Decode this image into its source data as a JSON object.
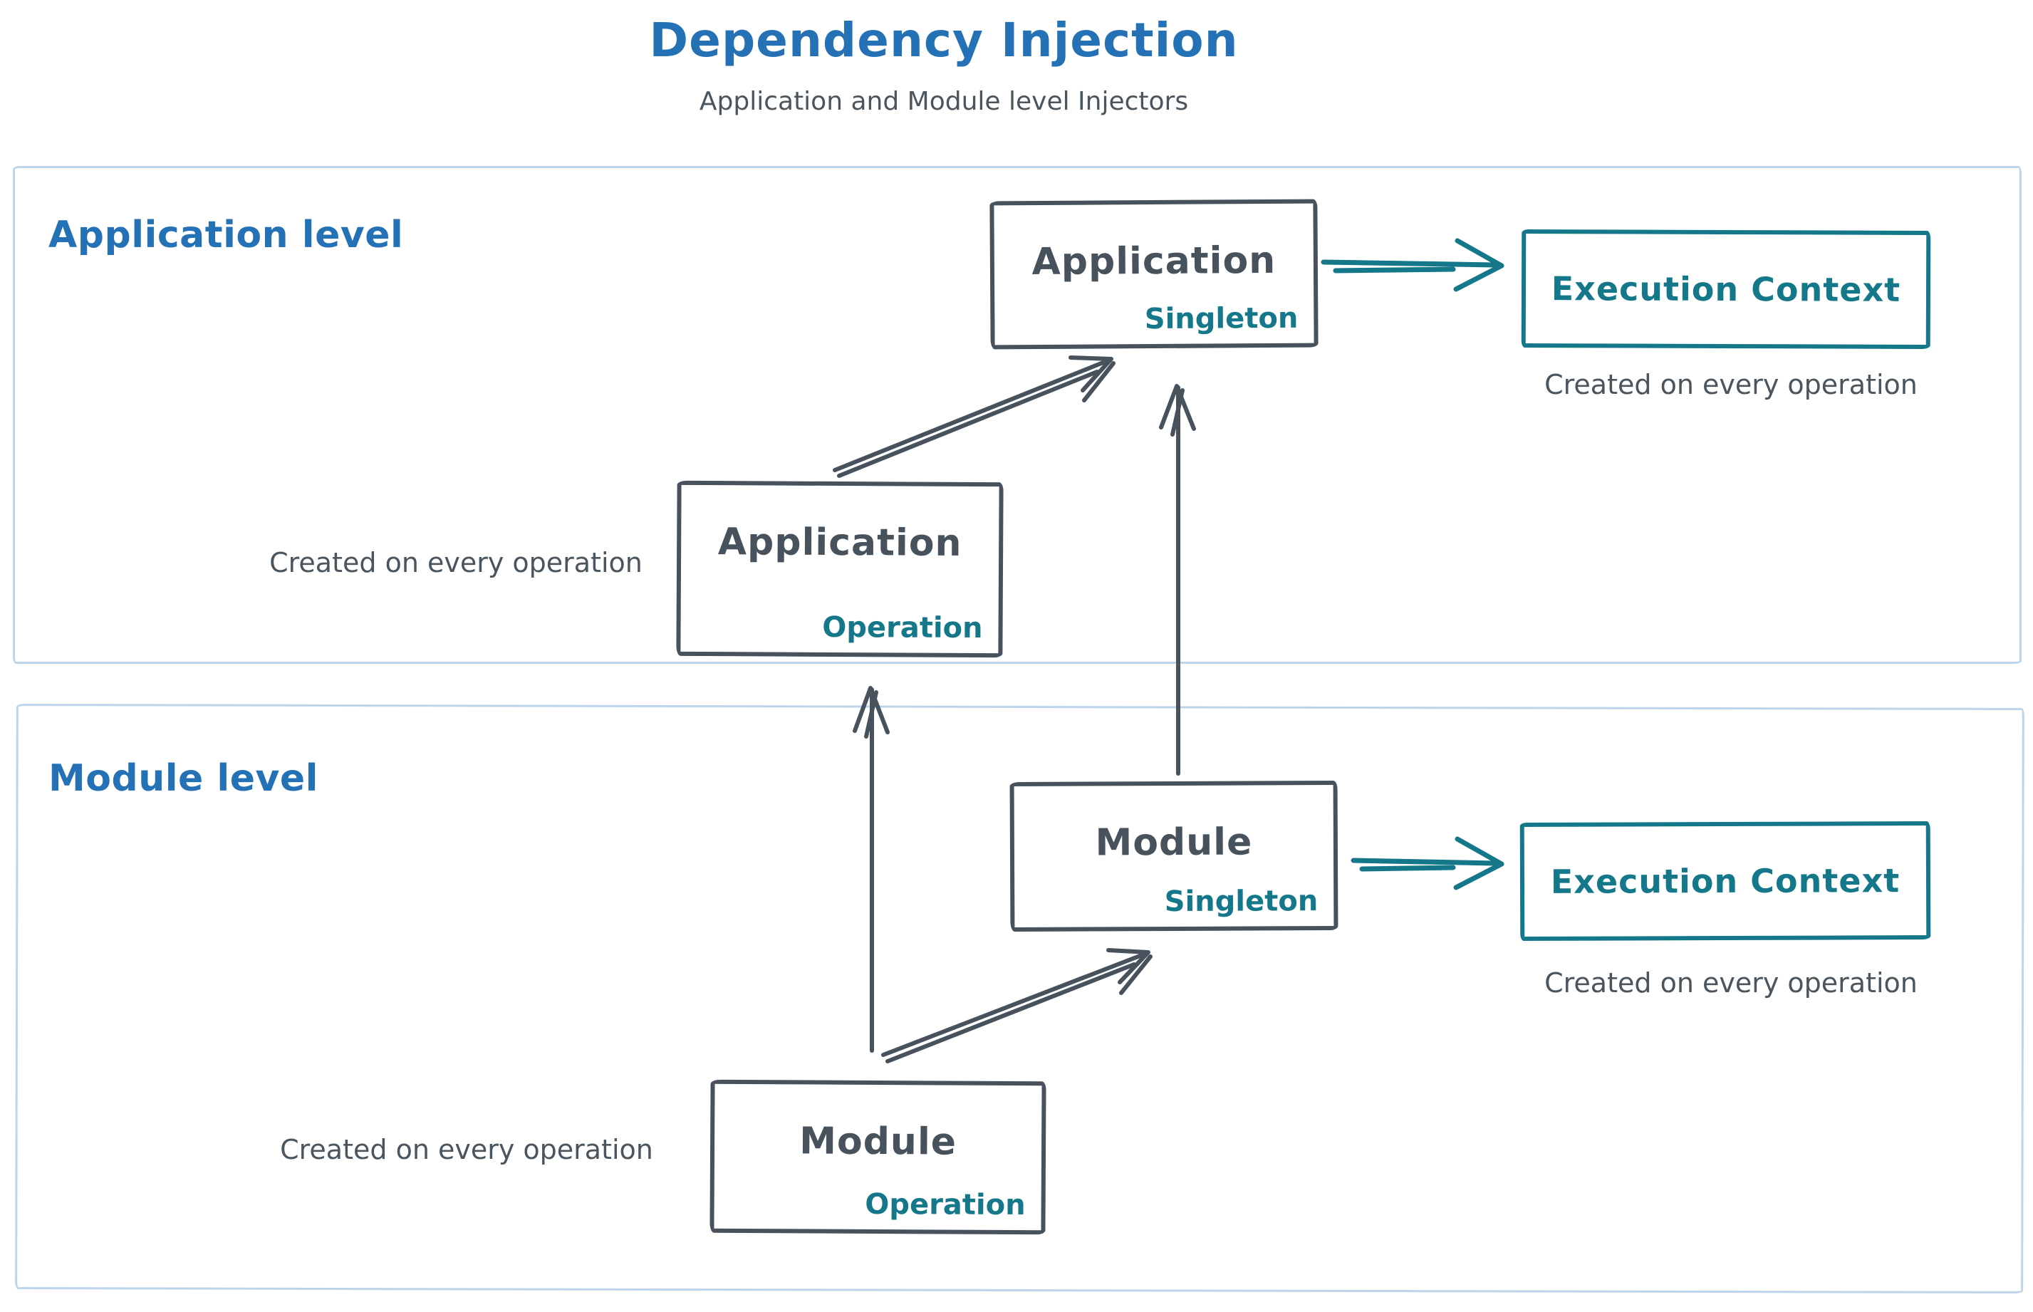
{
  "title": "Dependency Injection",
  "subtitle": "Application and Module level Injectors",
  "colors": {
    "accent_blue": "#2472b5",
    "slate": "#47525c",
    "teal": "#15788a",
    "container_border": "#bed4ea",
    "background": "#ffffff"
  },
  "application_level": {
    "label": "Application level",
    "singleton_box": {
      "name": "Application",
      "scope": "Singleton"
    },
    "operation_box": {
      "name": "Application",
      "scope": "Operation"
    },
    "operation_note": "Created on every operation",
    "execution_context": {
      "label": "Execution Context",
      "note": "Created on every operation"
    }
  },
  "module_level": {
    "label": "Module level",
    "singleton_box": {
      "name": "Module",
      "scope": "Singleton"
    },
    "operation_box": {
      "name": "Module",
      "scope": "Operation"
    },
    "operation_note": "Created on every operation",
    "execution_context": {
      "label": "Execution Context",
      "note": "Created on every operation"
    }
  },
  "arrows": [
    {
      "name": "application-operation-to-application-singleton",
      "style": "dark-diagonal"
    },
    {
      "name": "module-singleton-to-application-singleton",
      "style": "dark-vertical"
    },
    {
      "name": "application-singleton-to-execution-context",
      "style": "teal-horizontal"
    },
    {
      "name": "module-operation-to-application-operation",
      "style": "dark-vertical"
    },
    {
      "name": "module-operation-to-module-singleton",
      "style": "dark-diagonal"
    },
    {
      "name": "module-singleton-to-execution-context",
      "style": "teal-horizontal"
    }
  ]
}
